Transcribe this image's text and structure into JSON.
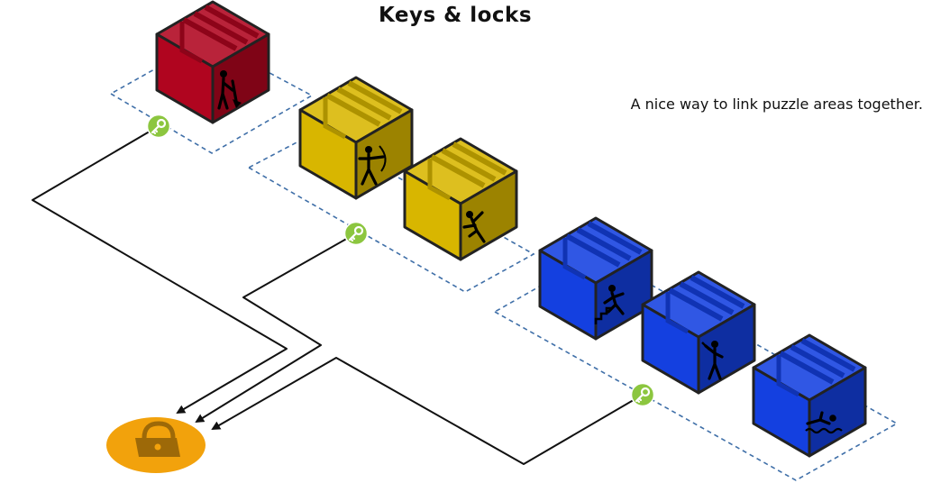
{
  "title": "Keys & locks",
  "caption": "A nice way to link puzzle areas together.",
  "colors": {
    "red": "#b0051f",
    "yellow": "#d8b600",
    "blue": "#1440e0",
    "key_badge": "#8cc63f",
    "lock": "#f2a20c",
    "outline": "#222222",
    "dashed_area": "#3f6fa8",
    "connector": "#111111"
  },
  "areas": [
    {
      "name": "red-area",
      "color": "red",
      "blocks": [
        {
          "name": "red-block-digger",
          "icon": "digging-person-icon"
        }
      ]
    },
    {
      "name": "yellow-area",
      "color": "yellow",
      "blocks": [
        {
          "name": "yellow-block-archer",
          "icon": "archer-icon"
        },
        {
          "name": "yellow-block-climber",
          "icon": "climber-icon"
        }
      ]
    },
    {
      "name": "blue-area",
      "color": "blue",
      "blocks": [
        {
          "name": "blue-block-stairs",
          "icon": "stairs-climber-icon"
        },
        {
          "name": "blue-block-fighter",
          "icon": "stick-fighter-icon"
        },
        {
          "name": "blue-block-swimmer",
          "icon": "swimmer-icon"
        }
      ]
    }
  ],
  "keys": [
    {
      "name": "key-red",
      "icon": "key-icon"
    },
    {
      "name": "key-yellow",
      "icon": "key-icon"
    },
    {
      "name": "key-blue",
      "icon": "key-icon"
    }
  ],
  "lock": {
    "name": "lock",
    "icon": "lock-icon"
  }
}
